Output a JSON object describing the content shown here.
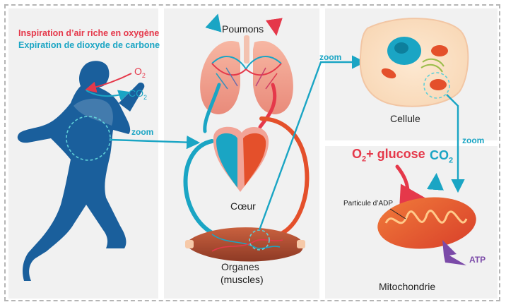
{
  "intro": {
    "inspiration": "Inspiration d’air riche en oxygène",
    "expiration": "Expiration de dioxyde de carbone"
  },
  "runner": {
    "o2": "O",
    "o2_sub": "2",
    "co2": "CO",
    "co2_sub": "2",
    "zoom": "zoom"
  },
  "circulation": {
    "lungs_label": "Poumons",
    "heart_label": "Cœur",
    "organs_label_1": "Organes",
    "organs_label_2": "(muscles)",
    "zoom": "zoom"
  },
  "cell": {
    "label": "Cellule",
    "zoom": "zoom"
  },
  "mito": {
    "o2": "O",
    "o2_sub": "2",
    "plus_glucose": "+ glucose",
    "co2": "CO",
    "co2_sub": "2",
    "adp": "Particule d’ADP",
    "atp": "ATP",
    "label": "Mitochondrie"
  },
  "colors": {
    "red": "#e5384a",
    "cyan": "#1aa5c4",
    "runner": "#1a5f9c",
    "purple": "#7b4aa8",
    "orange": "#e4502b"
  },
  "icons": [
    "runner-silhouette-icon",
    "lungs-icon",
    "heart-icon",
    "muscle-icon",
    "cell-icon",
    "mitochondria-icon",
    "arrow-up-icon",
    "arrow-down-icon"
  ]
}
